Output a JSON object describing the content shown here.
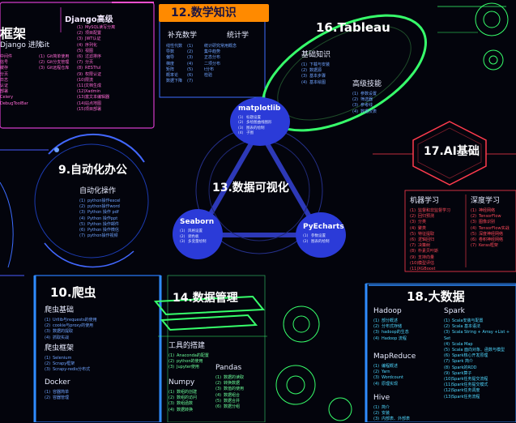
{
  "django": {
    "title": "Django高级",
    "col1_title": "Django 进阶",
    "col2_title": "Git",
    "col1": [
      "中间件",
      "信号",
      "缓存",
      "分页",
      "日志",
      "认证",
      "部署",
      "Celery",
      "DebugToolBar"
    ],
    "col2": [
      "Git简单使用",
      "Git分支管理",
      "Git远程仓库"
    ],
    "col3": [
      "MySQL读写分离",
      "项目配置",
      "JWT认证",
      "序列化",
      "视图",
      "过滤排序",
      "分页",
      "RESTful",
      "权限认证",
      "限流",
      "文档生成",
      "Xadmin",
      "富文本编辑器",
      "站点地图",
      "项目部署"
    ],
    "col3_nums": [
      "(1)",
      "(2)",
      "(3)",
      "(4)",
      "(5)",
      "(6)",
      "(7)",
      "(8)",
      "(9)",
      "(10)",
      "(11)",
      "(12)",
      "(13)",
      "(14)",
      "(15)"
    ]
  },
  "frame_title": "框架",
  "math": {
    "title": "12.数学知识",
    "col1_title": "补充数学",
    "col2_title": "统计学",
    "col1": [
      "线性代数",
      "导数",
      "偏导",
      "梯度",
      "矩阵",
      "概率论",
      "数据下降"
    ],
    "col2": [
      "统计研究常用概念",
      "集中趋势",
      "正态分布",
      "二项分布",
      "t分布",
      "检验"
    ],
    "nums": [
      "(1)",
      "(2)",
      "(3)",
      "(4)",
      "(5)",
      "(6)",
      "(7)"
    ]
  },
  "tableau": {
    "title": "16.Tableau",
    "basic_title": "基础知识",
    "basic": [
      "下载与安装",
      "数据源",
      "基本步骤",
      "基本绘图"
    ],
    "adv_title": "高级技能",
    "adv": [
      "参数设置",
      "筛选器",
      "参考线",
      "数据仪表"
    ],
    "nums": [
      "(1)",
      "(2)",
      "(3)",
      "(4)"
    ]
  },
  "auto": {
    "title": "9.自动化办公",
    "sub": "自动化操作",
    "items": [
      "python操作excel",
      "python操作word",
      "Python 操作 pdf",
      "Python 操作ppt",
      "Python 操作邮件",
      "Python 操作微信",
      "python操作视频"
    ],
    "nums": [
      "(1)",
      "(2)",
      "(3)",
      "(4)",
      "(5)",
      "(6)",
      "(7)"
    ]
  },
  "viz": {
    "title": "13.数据可视化",
    "matplotlib": {
      "title": "matplotlib",
      "items": [
        "标题设置",
        "多绘图曲线图形",
        "图表的绘制",
        "子图"
      ]
    },
    "seaborn": {
      "title": "Seaborn",
      "items": [
        "风格设置",
        "调色板",
        "多变量绘制"
      ]
    },
    "pyecharts": {
      "title": "PyEcharts",
      "items": [
        "参数设置",
        "图表的绘制"
      ]
    },
    "nums": [
      "(1)",
      "(2)",
      "(3)",
      "(4)"
    ]
  },
  "ai": {
    "title": "17.AI基础",
    "ml_title": "机器学习",
    "ml": [
      "监督和非监督学习",
      "回归预测",
      "分类",
      "聚类",
      "特征提取",
      "逻辑回归",
      "决策树",
      "朴素贝叶斯",
      "支持向量",
      "模型评估",
      "XGBoost"
    ],
    "ml_nums": [
      "(1)",
      "(2)",
      "(3)",
      "(4)",
      "(5)",
      "(6)",
      "(7)",
      "(8)",
      "(9)",
      "(10)",
      "(11)"
    ],
    "dl_title": "深度学习",
    "dl": [
      "神经网络",
      "TensorFlow",
      "图像识别",
      "TensorFlow实战",
      "深度神经网络",
      "卷积神经网络",
      "Keras框架"
    ],
    "dl_nums": [
      "(1)",
      "(2)",
      "(3)",
      "(4)",
      "(5)",
      "(6)",
      "(7)"
    ]
  },
  "crawler": {
    "title": "10.爬虫",
    "basic_title": "爬虫基础",
    "basic": [
      "Urllib与requests的使用",
      "cookie与proxy的使用",
      "数据的提取",
      "抓取实战"
    ],
    "frame_title": "爬虫框架",
    "frame": [
      "Selenium",
      "Scrapy框架",
      "Scrapy-redis分布式"
    ],
    "docker_title": "Docker",
    "docker": [
      "容器简单",
      "容器管理"
    ],
    "nums": [
      "(1)",
      "(2)",
      "(3)",
      "(4)"
    ]
  },
  "dm": {
    "title": "14.数据管理",
    "tools_title": "工具的搭建",
    "tools": [
      "Anaconda的配置",
      "python的使用",
      "Jupyter使用"
    ],
    "numpy_title": "Numpy",
    "numpy": [
      "数组的创建",
      "数组的访问",
      "数组函数",
      "数据转换"
    ],
    "pandas_title": "Pandas",
    "pandas": [
      "数据的读取",
      "转换数据",
      "数值的使用",
      "数据组合",
      "数据合并",
      "数据分组"
    ],
    "nums": [
      "(1)",
      "(2)",
      "(3)",
      "(4)",
      "(5)",
      "(6)"
    ]
  },
  "bigdata": {
    "title": "18.大数据",
    "hadoop_title": "Hadoop",
    "hadoop": [
      "部分概述",
      "分布式存储",
      "hadoop的生态",
      "Hadoop 流程"
    ],
    "mr_title": "MapReduce",
    "mr": [
      "编程概述",
      "Yarn",
      "Wordcount",
      "原理实现"
    ],
    "hive_title": "Hive",
    "hive": [
      "简介",
      "安装",
      "内部表、外部表"
    ],
    "spark_title": "Spark",
    "spark": [
      "Scala安装与配置",
      "Scala 基本语法",
      "Scala String + Array +List + Set",
      "Scala Map",
      "Scala 面向对象、函数与模型",
      "Spark核心开发原理",
      "Spark 简介",
      "Spark的RDD",
      "Spark算子",
      "Spark任务提交流程",
      "Spark任务提交模式",
      "Spark任务调度",
      "Spark任务流程"
    ],
    "spark_nums": [
      "(1)",
      "(2)",
      "(3)",
      "(4)",
      "(5)",
      "(6)",
      "(7)",
      "(8)",
      "(9)",
      "(10)",
      "(11)",
      "(12)",
      "(13)"
    ],
    "nums": [
      "(1)",
      "(2)",
      "(3)",
      "(4)"
    ]
  }
}
